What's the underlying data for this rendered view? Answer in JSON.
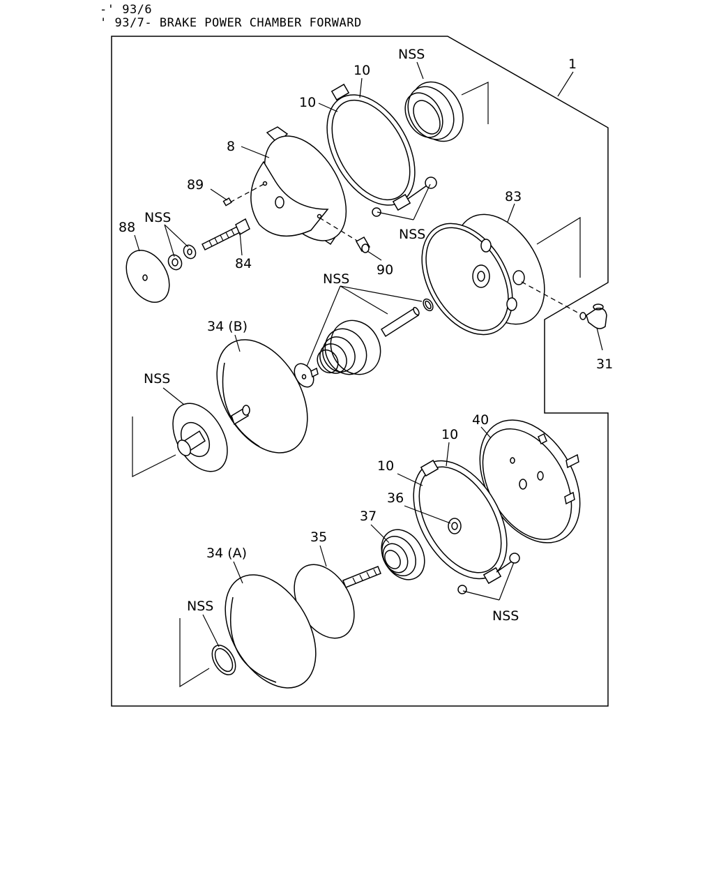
{
  "header": {
    "line1": "-' 93/6",
    "line2": "' 93/7- BRAKE POWER CHAMBER FORWARD"
  },
  "callouts": {
    "assembly": "1",
    "nss_top": "NSS",
    "band_a": "10",
    "band_b": "10",
    "housing": "8",
    "screw": "89",
    "nss_nut": "NSS",
    "plate": "88",
    "stud": "84",
    "plug": "90",
    "nss_clamp_top": "NSS",
    "cover": "83",
    "fitting": "31",
    "nss_spring": "NSS",
    "diaphragm_b": "34 (B)",
    "nss_piston": "NSS",
    "chamber": "40",
    "band_c": "10",
    "band_d": "10",
    "bushing": "36",
    "boot": "37",
    "pushplate": "35",
    "diaphragm_a": "34 (A)",
    "nss_ring": "NSS",
    "nss_clamp_bottom": "NSS"
  }
}
